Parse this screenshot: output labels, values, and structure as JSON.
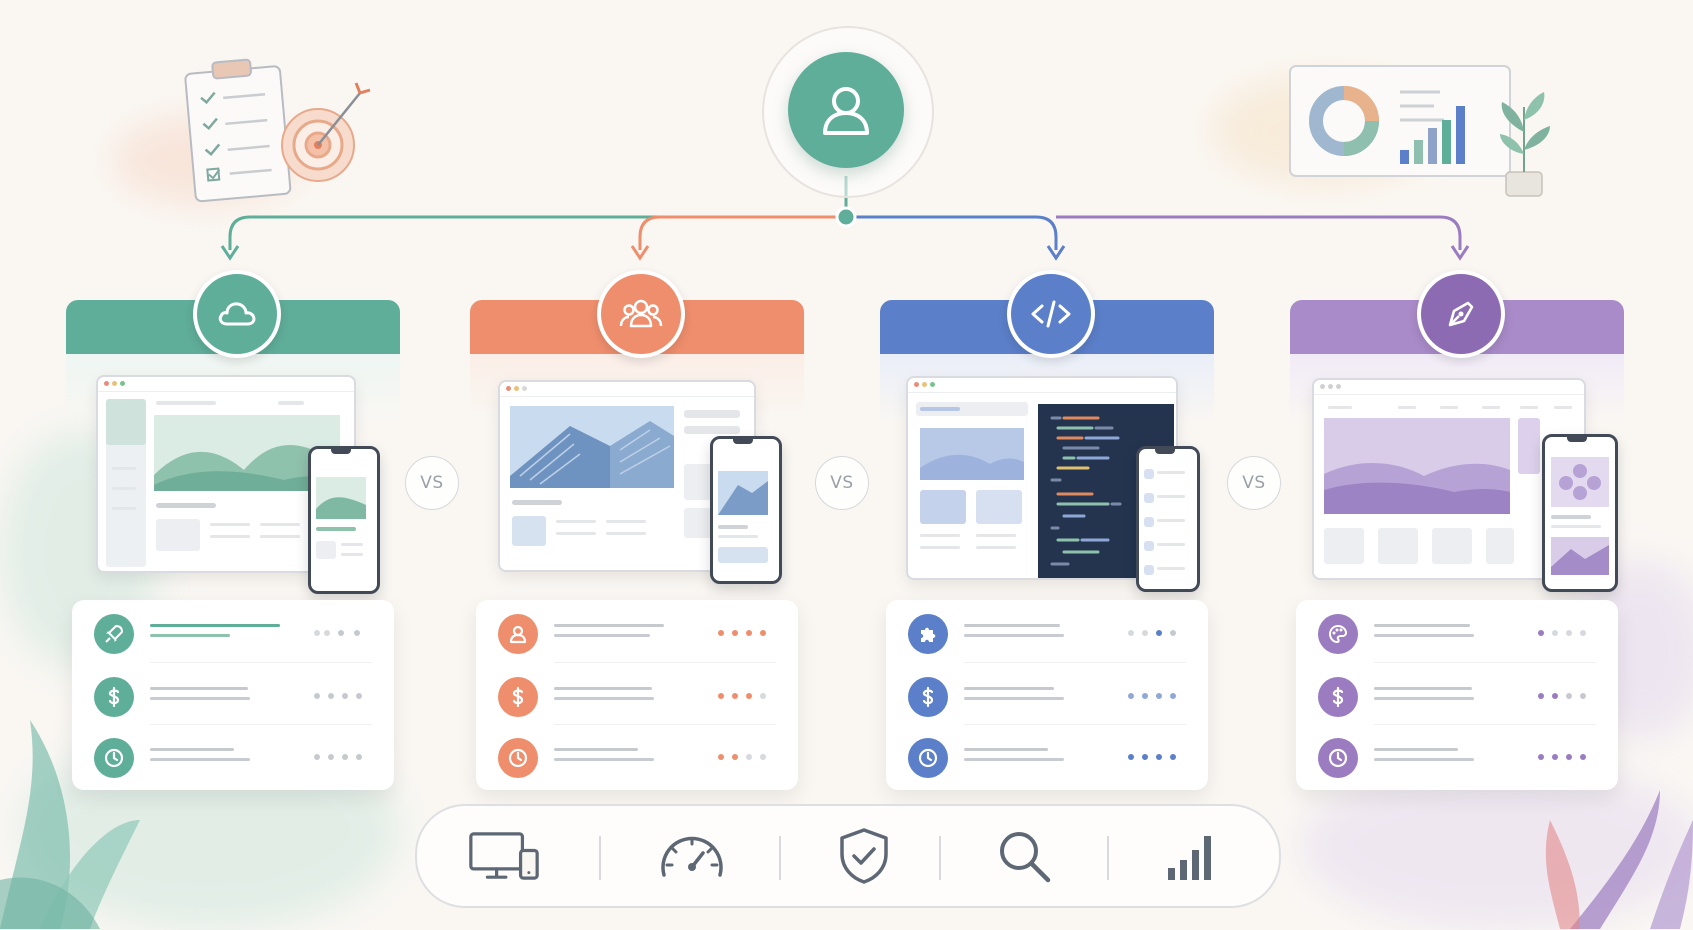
{
  "colors": {
    "green": "#5fae9a",
    "orange": "#ef8e6d",
    "blue": "#5b7fc9",
    "purple": "#9b7cc0",
    "neutral_icon": "#5e6875"
  },
  "user_node": {
    "icon": "user-icon"
  },
  "columns": [
    {
      "key": "green",
      "header_icon": "cloud-icon",
      "row_icons": [
        "rocket-icon",
        "dollar-icon",
        "clock-icon"
      ]
    },
    {
      "key": "orange",
      "header_icon": "team-icon",
      "row_icons": [
        "person-icon",
        "dollar-icon",
        "clock-icon"
      ]
    },
    {
      "key": "blue",
      "header_icon": "code-icon",
      "row_icons": [
        "puzzle-icon",
        "dollar-icon",
        "clock-icon"
      ]
    },
    {
      "key": "purple",
      "header_icon": "pen-tool-icon",
      "row_icons": [
        "palette-icon",
        "dollar-icon",
        "clock-icon"
      ]
    }
  ],
  "vs_labels": [
    "VS",
    "VS",
    "VS"
  ],
  "bottom_bar": {
    "icons": [
      "devices-icon",
      "speedometer-icon",
      "shield-check-icon",
      "search-icon",
      "bar-chart-icon"
    ]
  },
  "decor": [
    "clipboard-checklist-icon",
    "target-icon",
    "dashboard-chart-icon",
    "plant-icon"
  ]
}
